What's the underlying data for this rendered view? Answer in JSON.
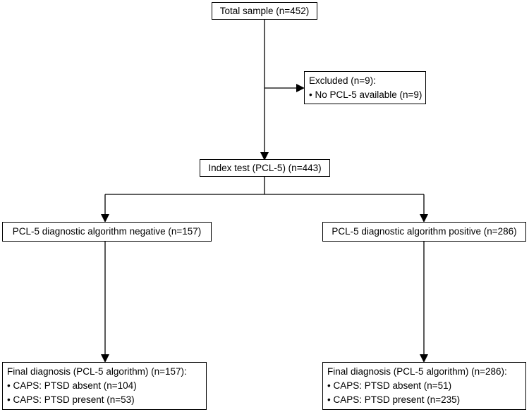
{
  "nodes": {
    "total": {
      "title": "Total sample (n=452)"
    },
    "excluded": {
      "title": "Excluded (n=9):",
      "items": [
        "• No PCL-5 available (n=9)"
      ]
    },
    "index": {
      "title": "Index test (PCL-5) (n=443)"
    },
    "negative": {
      "title": "PCL-5 diagnostic algorithm negative (n=157)"
    },
    "positive": {
      "title": "PCL-5 diagnostic algorithm positive (n=286)"
    },
    "final_negative": {
      "title": "Final diagnosis (PCL-5 algorithm) (n=157):",
      "items": [
        "• CAPS: PTSD absent (n=104)",
        "• CAPS: PTSD present (n=53)"
      ]
    },
    "final_positive": {
      "title": "Final diagnosis (PCL-5 algorithm) (n=286):",
      "items": [
        "• CAPS: PTSD absent (n=51)",
        "• CAPS: PTSD present (n=235)"
      ]
    }
  },
  "colors": {
    "line": "#000000",
    "box_border": "#000000",
    "background": "#ffffff"
  }
}
